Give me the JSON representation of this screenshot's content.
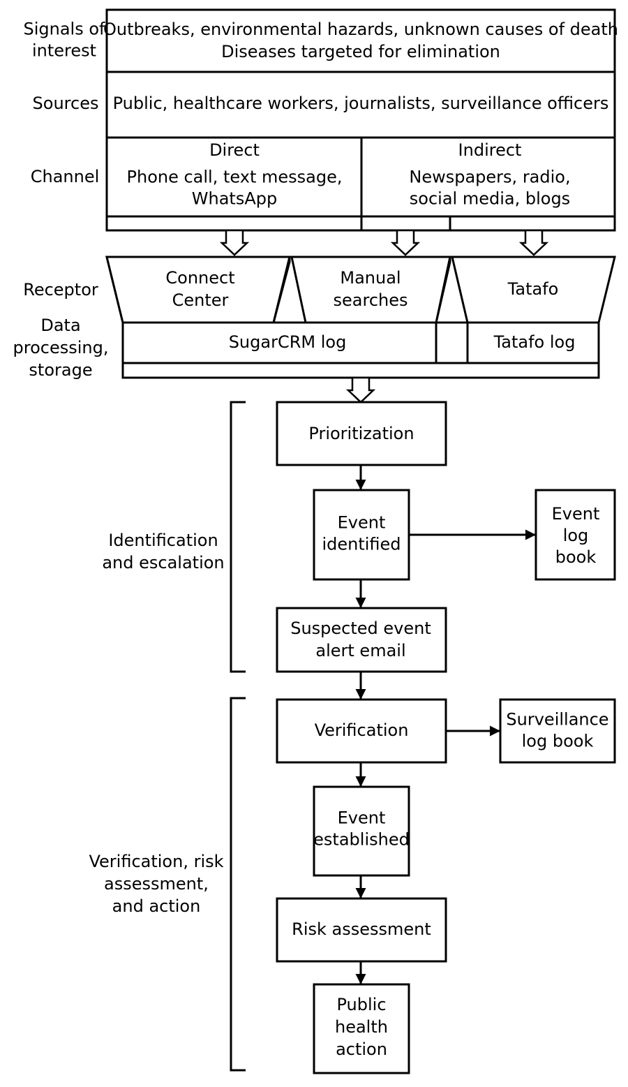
{
  "row_labels": {
    "signals": [
      "Signals of",
      "interest"
    ],
    "sources": [
      "Sources"
    ],
    "channel": [
      "Channel"
    ],
    "receptor": [
      "Receptor"
    ],
    "processing": [
      "Data",
      "processing,",
      "storage"
    ],
    "identification": [
      "Identification",
      "and escalation"
    ],
    "verification": [
      "Verification, risk",
      "assessment,",
      "and action"
    ]
  },
  "signals": [
    "Outbreaks, environmental hazards, unknown causes of death",
    "Diseases targeted for elimination"
  ],
  "sources": [
    "Public, healthcare workers, journalists, surveillance officers"
  ],
  "channel_direct": {
    "title": [
      "Direct"
    ],
    "items": [
      "Phone call, text message,",
      "WhatsApp"
    ]
  },
  "channel_indirect": {
    "title": [
      "Indirect"
    ],
    "items": [
      "Newspapers, radio,",
      "social media, blogs"
    ]
  },
  "receptors": {
    "connect": [
      "Connect",
      "Center"
    ],
    "manual": [
      "Manual",
      "searches"
    ],
    "tatafo": [
      "Tatafo"
    ]
  },
  "logs": {
    "sugarcrm": [
      "SugarCRM log"
    ],
    "tatafo": [
      "Tatafo log"
    ]
  },
  "flow": {
    "prioritization": [
      "Prioritization"
    ],
    "event_identified": [
      "Event",
      "identified"
    ],
    "event_log_book": [
      "Event",
      "log",
      "book"
    ],
    "alert_email": [
      "Suspected event",
      "alert email"
    ],
    "verification": [
      "Verification"
    ],
    "surveillance_log_book": [
      "Surveillance",
      "log book"
    ],
    "event_established": [
      "Event",
      "established"
    ],
    "risk_assessment": [
      "Risk assessment"
    ],
    "public_health_action": [
      "Public",
      "health",
      "action"
    ]
  }
}
